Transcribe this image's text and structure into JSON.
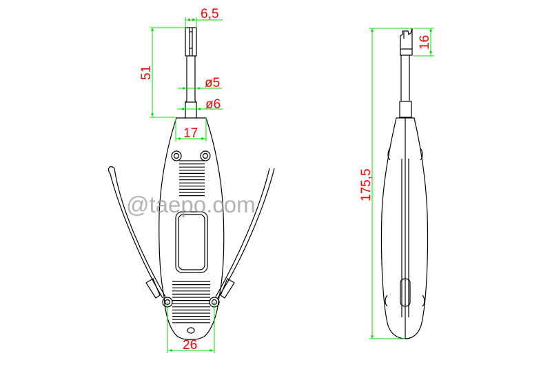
{
  "title": "Punch down tool drawing",
  "watermark": "@taepo.com",
  "colors": {
    "outline": "#000000",
    "dimension_line": "#00e000",
    "dimension_text": "#ff0000"
  },
  "front_view": {
    "dimensions": {
      "tip_width": "6,5",
      "tip_length": "51",
      "shaft_dia": "ø5",
      "collar_dia": "ø6",
      "top_width": "17",
      "bottom_width": "26"
    }
  },
  "side_view": {
    "dimensions": {
      "blade_length": "16",
      "total_length": "175,5"
    }
  }
}
